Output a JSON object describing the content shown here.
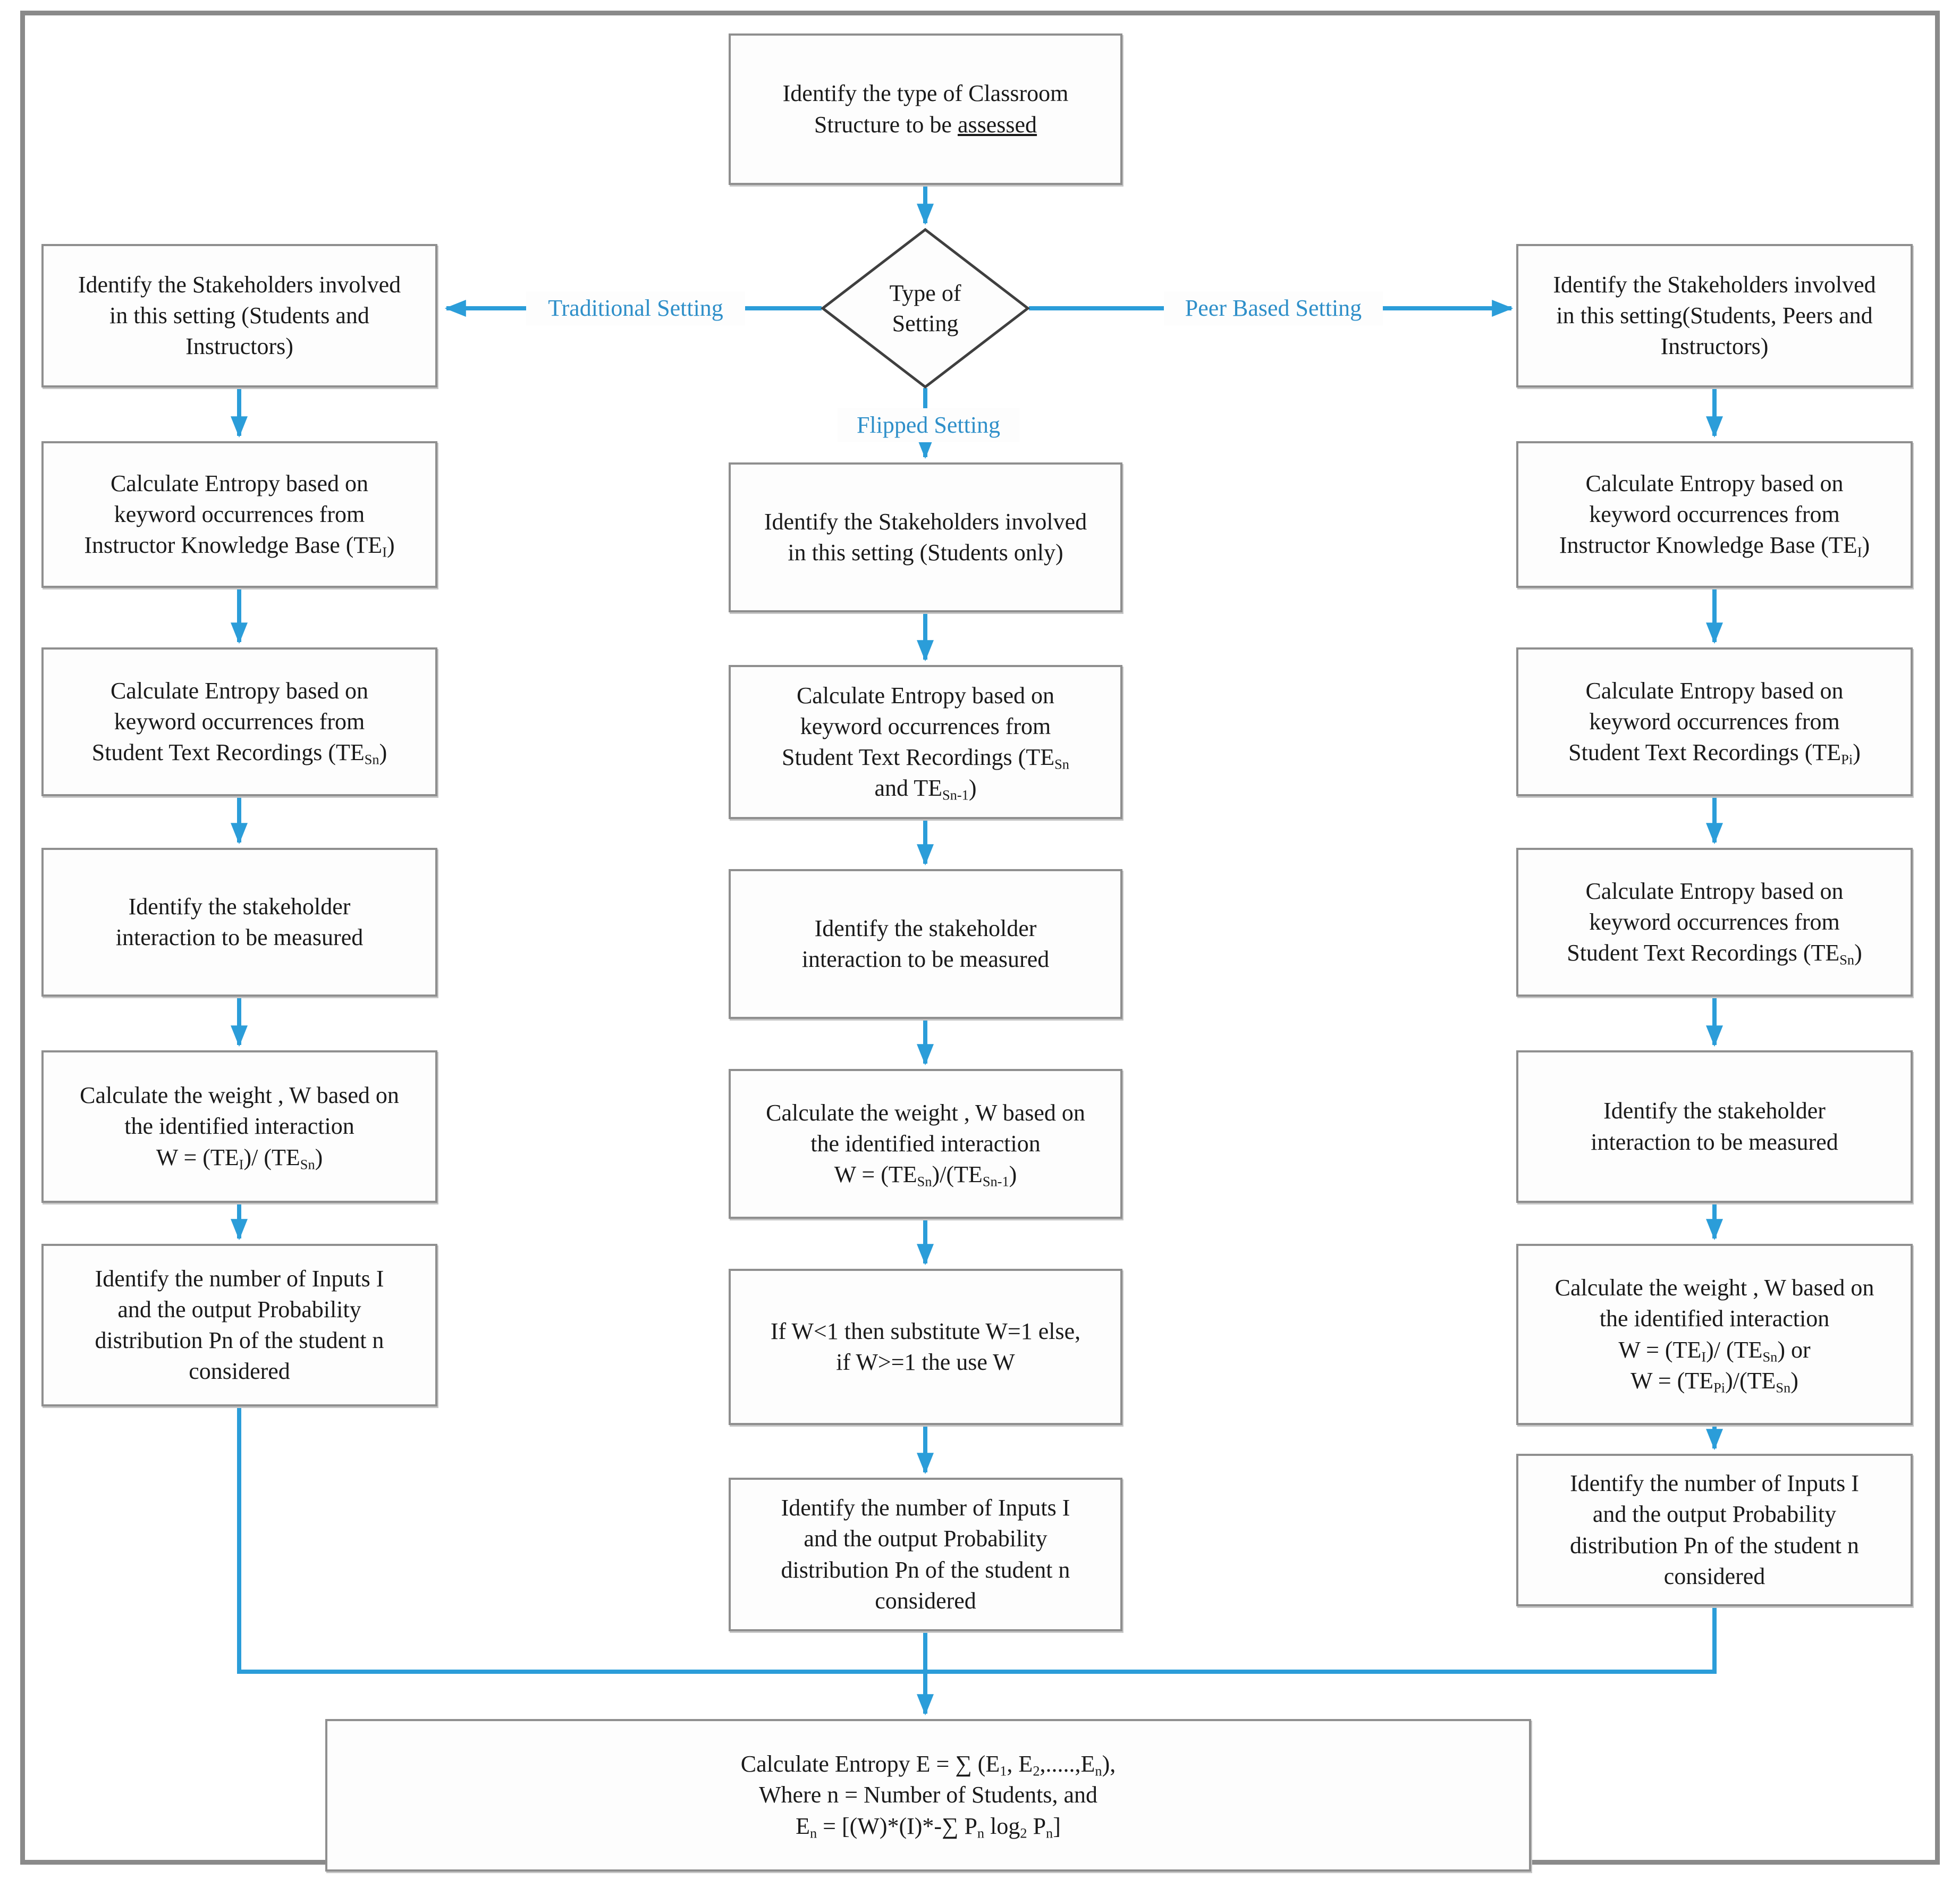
{
  "colors": {
    "arrow": "#2b9dd9",
    "edge_label_text": "#2e8fc9",
    "box_border": "#8f8f8f",
    "diamond_border": "#3f3f3f"
  },
  "top_box": {
    "segments": [
      "Identify the type of Classroom",
      {
        "br": true
      },
      "Structure to be ",
      {
        "u": "assessed"
      }
    ]
  },
  "decision": {
    "segments": [
      "Type of",
      {
        "br": true
      },
      "Setting"
    ]
  },
  "edge_labels": {
    "traditional": "Traditional Setting",
    "peer": "Peer Based Setting",
    "flipped": "Flipped Setting"
  },
  "left_column": [
    {
      "segments": [
        "Identify the Stakeholders involved",
        {
          "br": true
        },
        "in this setting (Students and",
        {
          "br": true
        },
        "Instructors)"
      ]
    },
    {
      "segments": [
        "Calculate Entropy based on",
        {
          "br": true
        },
        "keyword occurrences from",
        {
          "br": true
        },
        "Instructor Knowledge Base (TE",
        {
          "sub": "I"
        },
        ")"
      ]
    },
    {
      "segments": [
        "Calculate Entropy based on",
        {
          "br": true
        },
        "keyword occurrences from",
        {
          "br": true
        },
        "Student Text Recordings  (TE",
        {
          "sub": "Sn"
        },
        ")"
      ]
    },
    {
      "segments": [
        "Identify the stakeholder",
        {
          "br": true
        },
        "interaction to be measured"
      ]
    },
    {
      "segments": [
        "Calculate the weight , W based on",
        {
          "br": true
        },
        "the identified interaction",
        {
          "br": true
        },
        "W =  (TE",
        {
          "sub": "I"
        },
        ")/ (TE",
        {
          "sub": "Sn"
        },
        ")"
      ]
    },
    {
      "segments": [
        "Identify the number of Inputs I",
        {
          "br": true
        },
        "and the output Probability",
        {
          "br": true
        },
        "distribution Pn of the student n",
        {
          "br": true
        },
        "considered"
      ]
    }
  ],
  "center_column": [
    {
      "segments": [
        "Identify the Stakeholders involved",
        {
          "br": true
        },
        "in this setting (Students only)"
      ]
    },
    {
      "segments": [
        "Calculate Entropy based on",
        {
          "br": true
        },
        "keyword occurrences from",
        {
          "br": true
        },
        "Student Text Recordings  (TE",
        {
          "sub": "Sn"
        },
        {
          "br": true
        },
        "and TE",
        {
          "sub": "Sn-1"
        },
        ")"
      ]
    },
    {
      "segments": [
        "Identify the stakeholder",
        {
          "br": true
        },
        "interaction to be measured"
      ]
    },
    {
      "segments": [
        "Calculate the weight , W based on",
        {
          "br": true
        },
        "the identified interaction",
        {
          "br": true
        },
        "W =   (TE",
        {
          "sub": "Sn"
        },
        ")/(TE",
        {
          "sub": "Sn-1"
        },
        ")"
      ]
    },
    {
      "segments": [
        "If W<1  then substitute W=1 else,",
        {
          "br": true
        },
        "if W>=1  the use W"
      ]
    },
    {
      "segments": [
        "Identify the number of Inputs I",
        {
          "br": true
        },
        "and the output Probability",
        {
          "br": true
        },
        "distribution Pn of the student n",
        {
          "br": true
        },
        "considered"
      ]
    }
  ],
  "right_column": [
    {
      "segments": [
        "Identify the Stakeholders involved",
        {
          "br": true
        },
        "in this setting(Students, Peers and",
        {
          "br": true
        },
        "Instructors)"
      ]
    },
    {
      "segments": [
        "Calculate Entropy based on",
        {
          "br": true
        },
        "keyword occurrences from",
        {
          "br": true
        },
        "Instructor Knowledge Base (TE",
        {
          "sub": "I"
        },
        ")"
      ]
    },
    {
      "segments": [
        "Calculate Entropy based on",
        {
          "br": true
        },
        "keyword occurrences from",
        {
          "br": true
        },
        "Student Text Recordings  (TE",
        {
          "sub": "Pi"
        },
        ")"
      ]
    },
    {
      "segments": [
        "Calculate Entropy based on",
        {
          "br": true
        },
        "keyword occurrences from",
        {
          "br": true
        },
        "Student Text Recordings  (TE",
        {
          "sub": "Sn"
        },
        ")"
      ]
    },
    {
      "segments": [
        "Identify the stakeholder",
        {
          "br": true
        },
        "interaction to be measured"
      ]
    },
    {
      "segments": [
        "Calculate the weight , W based on",
        {
          "br": true
        },
        "the identified interaction",
        {
          "br": true
        },
        "W =  (TE",
        {
          "sub": "I"
        },
        ")/ (TE",
        {
          "sub": "Sn"
        },
        ") or",
        {
          "br": true
        },
        "W =  (TE",
        {
          "sub": "Pi"
        },
        ")/(TE",
        {
          "sub": "Sn"
        },
        ")"
      ]
    },
    {
      "segments": [
        "Identify the number of Inputs I",
        {
          "br": true
        },
        "and the output Probability",
        {
          "br": true
        },
        "distribution Pn of the student n",
        {
          "br": true
        },
        "considered"
      ]
    }
  ],
  "bottom_box": {
    "segments": [
      "Calculate Entropy E = ∑ (E",
      {
        "sub": "1"
      },
      ", E",
      {
        "sub": "2"
      },
      ",.....,E",
      {
        "sub": "n"
      },
      "),",
      {
        "br": true
      },
      "Where n = Number of Students, and",
      {
        "br": true
      },
      "E",
      {
        "sub": "n"
      },
      " = [(W)*(I)*-∑ P",
      {
        "sub": "n"
      },
      " log",
      {
        "sub": "2"
      },
      " P",
      {
        "sub": "n"
      },
      "]"
    ]
  }
}
